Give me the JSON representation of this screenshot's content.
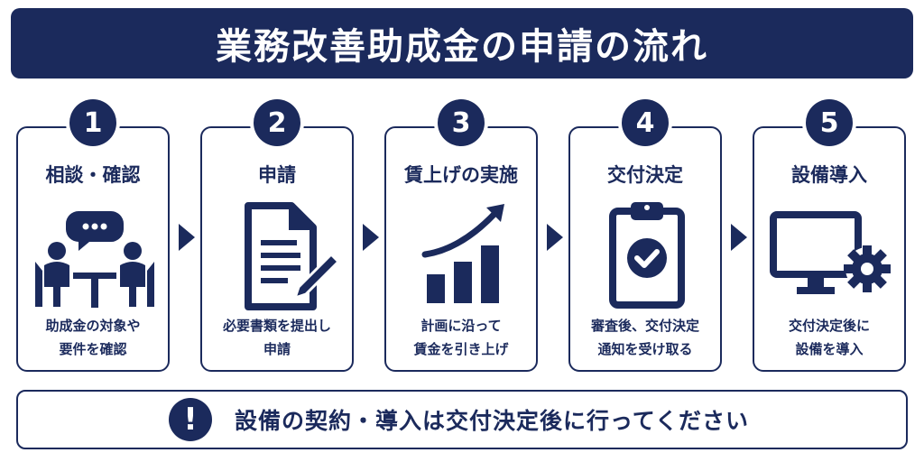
{
  "title": "業務改善助成金の申請の流れ",
  "steps": [
    {
      "number": "1",
      "title": "相談・確認",
      "icon": "consultation-icon",
      "desc": [
        "助成金の対象や",
        "要件を確認"
      ]
    },
    {
      "number": "2",
      "title": "申請",
      "icon": "document-pen-icon",
      "desc": [
        "必要書類を提出し",
        "申請"
      ]
    },
    {
      "number": "3",
      "title": "賃上げの実施",
      "icon": "growth-chart-icon",
      "desc": [
        "計画に沿って",
        "賃金を引き上げ"
      ]
    },
    {
      "number": "4",
      "title": "交付決定",
      "icon": "clipboard-check-icon",
      "desc": [
        "審査後、交付決定",
        "通知を受け取る"
      ]
    },
    {
      "number": "5",
      "title": "設備導入",
      "icon": "monitor-gear-icon",
      "desc": [
        "交付決定後に",
        "設備を導入"
      ]
    }
  ],
  "notice": {
    "icon": "exclamation-icon",
    "text": "設備の契約・導入は交付決定後に行ってください"
  },
  "colors": {
    "primary": "#1b2a5c",
    "background": "#ffffff"
  }
}
